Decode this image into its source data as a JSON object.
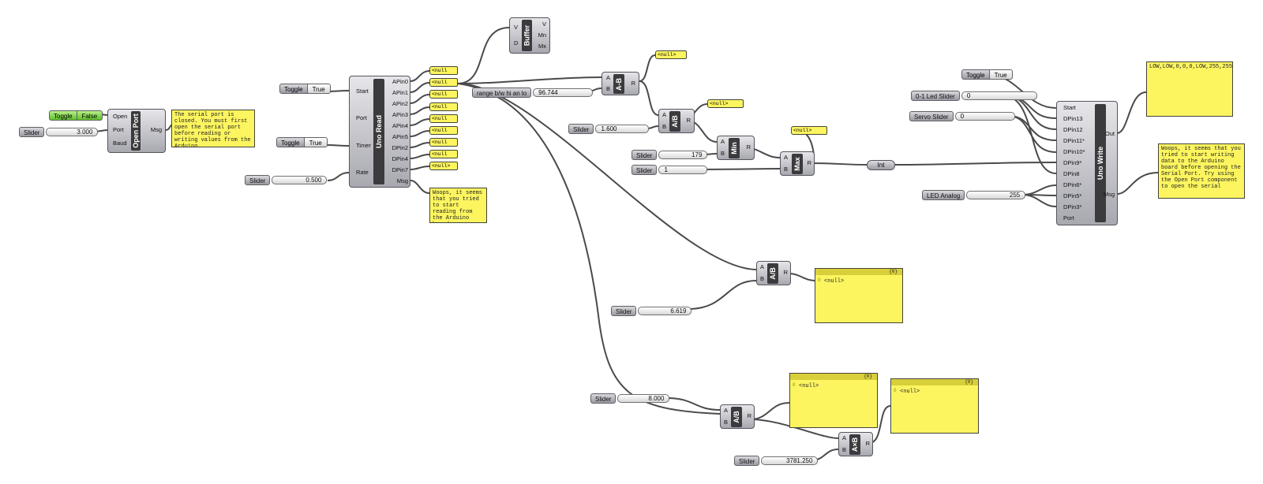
{
  "open_port": {
    "toggle_label": "Toggle",
    "toggle_value": "False",
    "slider_label": "Slider",
    "slider_value": "3.000",
    "inputs": [
      "Open",
      "Port",
      "Baud"
    ],
    "title": "Open Port",
    "output": "Msg",
    "panel_text": "The serial port is closed. You must first open the serial port before reading or writing values from the Arduino."
  },
  "uno_read": {
    "toggle1_label": "Toggle",
    "toggle1_value": "True",
    "toggle2_label": "Toggle",
    "toggle2_value": "True",
    "slider_label": "Slider",
    "slider_value": "0.500",
    "inputs": [
      "Start",
      "Port",
      "Timer",
      "Rate"
    ],
    "title": "Uno Read",
    "outputs": [
      "APin0",
      "APin1",
      "APin2",
      "APin3",
      "APin4",
      "APin5",
      "DPin2",
      "DPin4",
      "DPin7",
      "Msg"
    ],
    "null_text": "<null",
    "null_text_2": "<null>",
    "msg_panel": "Woops, it seems that you tried to start reading from the Arduino board"
  },
  "buffer": {
    "inputs": [
      "V",
      "D"
    ],
    "title": "Buffer",
    "outputs": [
      "V",
      "Mn",
      "Mx"
    ]
  },
  "range_slider": {
    "label": "range b/w hi an lo",
    "value": "96.744"
  },
  "sub_node": {
    "inputs": [
      "A",
      "B"
    ],
    "title": "A-B",
    "output": "R",
    "null": "<null>"
  },
  "div_node": {
    "inputs": [
      "A",
      "B"
    ],
    "title": "A/B",
    "output": "R",
    "null": "<null>",
    "slider_label": "Slider",
    "slider_value": "1.600"
  },
  "min_node": {
    "inputs": [
      "A",
      "B"
    ],
    "title": "Min",
    "output": "R",
    "slider_label": "Slider",
    "slider_value": "179"
  },
  "max_node": {
    "inputs": [
      "A",
      "B"
    ],
    "title": "Max",
    "output": "R",
    "null": "<null>",
    "slider_label": "Slider",
    "slider_value": "1"
  },
  "int_node": {
    "label": "Int"
  },
  "uno_write": {
    "toggle_label": "Toggle",
    "toggle_value": "True",
    "led_slider_label": "0-1 Led Slider",
    "led_slider_value": "0",
    "servo_slider_label": "Servo Slider",
    "servo_slider_value": "0",
    "analog_slider_label": "LED Analog",
    "analog_slider_value": "255",
    "inputs": [
      "Start",
      "DPin13",
      "DPin12",
      "DPin11*",
      "DPin10*",
      "DPin9*",
      "DPin8",
      "DPin6*",
      "DPin5*",
      "DPin3*",
      "Port"
    ],
    "title": "Uno Write",
    "outputs": [
      "Out",
      "Msg"
    ],
    "out_panel": "LOW,LOW,0,0,0,LOW,255,255,255",
    "msg_panel": "Woops, it seems that you tried to start writing data to the Arduino board before opening the Serial Port.  Try using the Open Port component to open the serial"
  },
  "div_node2": {
    "inputs": [
      "A",
      "B"
    ],
    "title": "A/B",
    "output": "R",
    "slider_label": "Slider",
    "slider_value": "6.619",
    "panel_head": "{0}",
    "panel_index": "0",
    "panel_text": "<null>"
  },
  "div_node3": {
    "inputs": [
      "A",
      "B"
    ],
    "title": "A/B",
    "output": "R",
    "slider_label": "Slider",
    "slider_value": "8.000",
    "panel_head": "{0}",
    "panel_index": "0",
    "panel_text": "<null>"
  },
  "mul_node": {
    "inputs": [
      "A",
      "B"
    ],
    "title": "A×B",
    "output": "R",
    "slider_label": "Slider",
    "slider_value": "3781.250",
    "panel_head": "{0}",
    "panel_index": "0",
    "panel_text": "<null>"
  }
}
